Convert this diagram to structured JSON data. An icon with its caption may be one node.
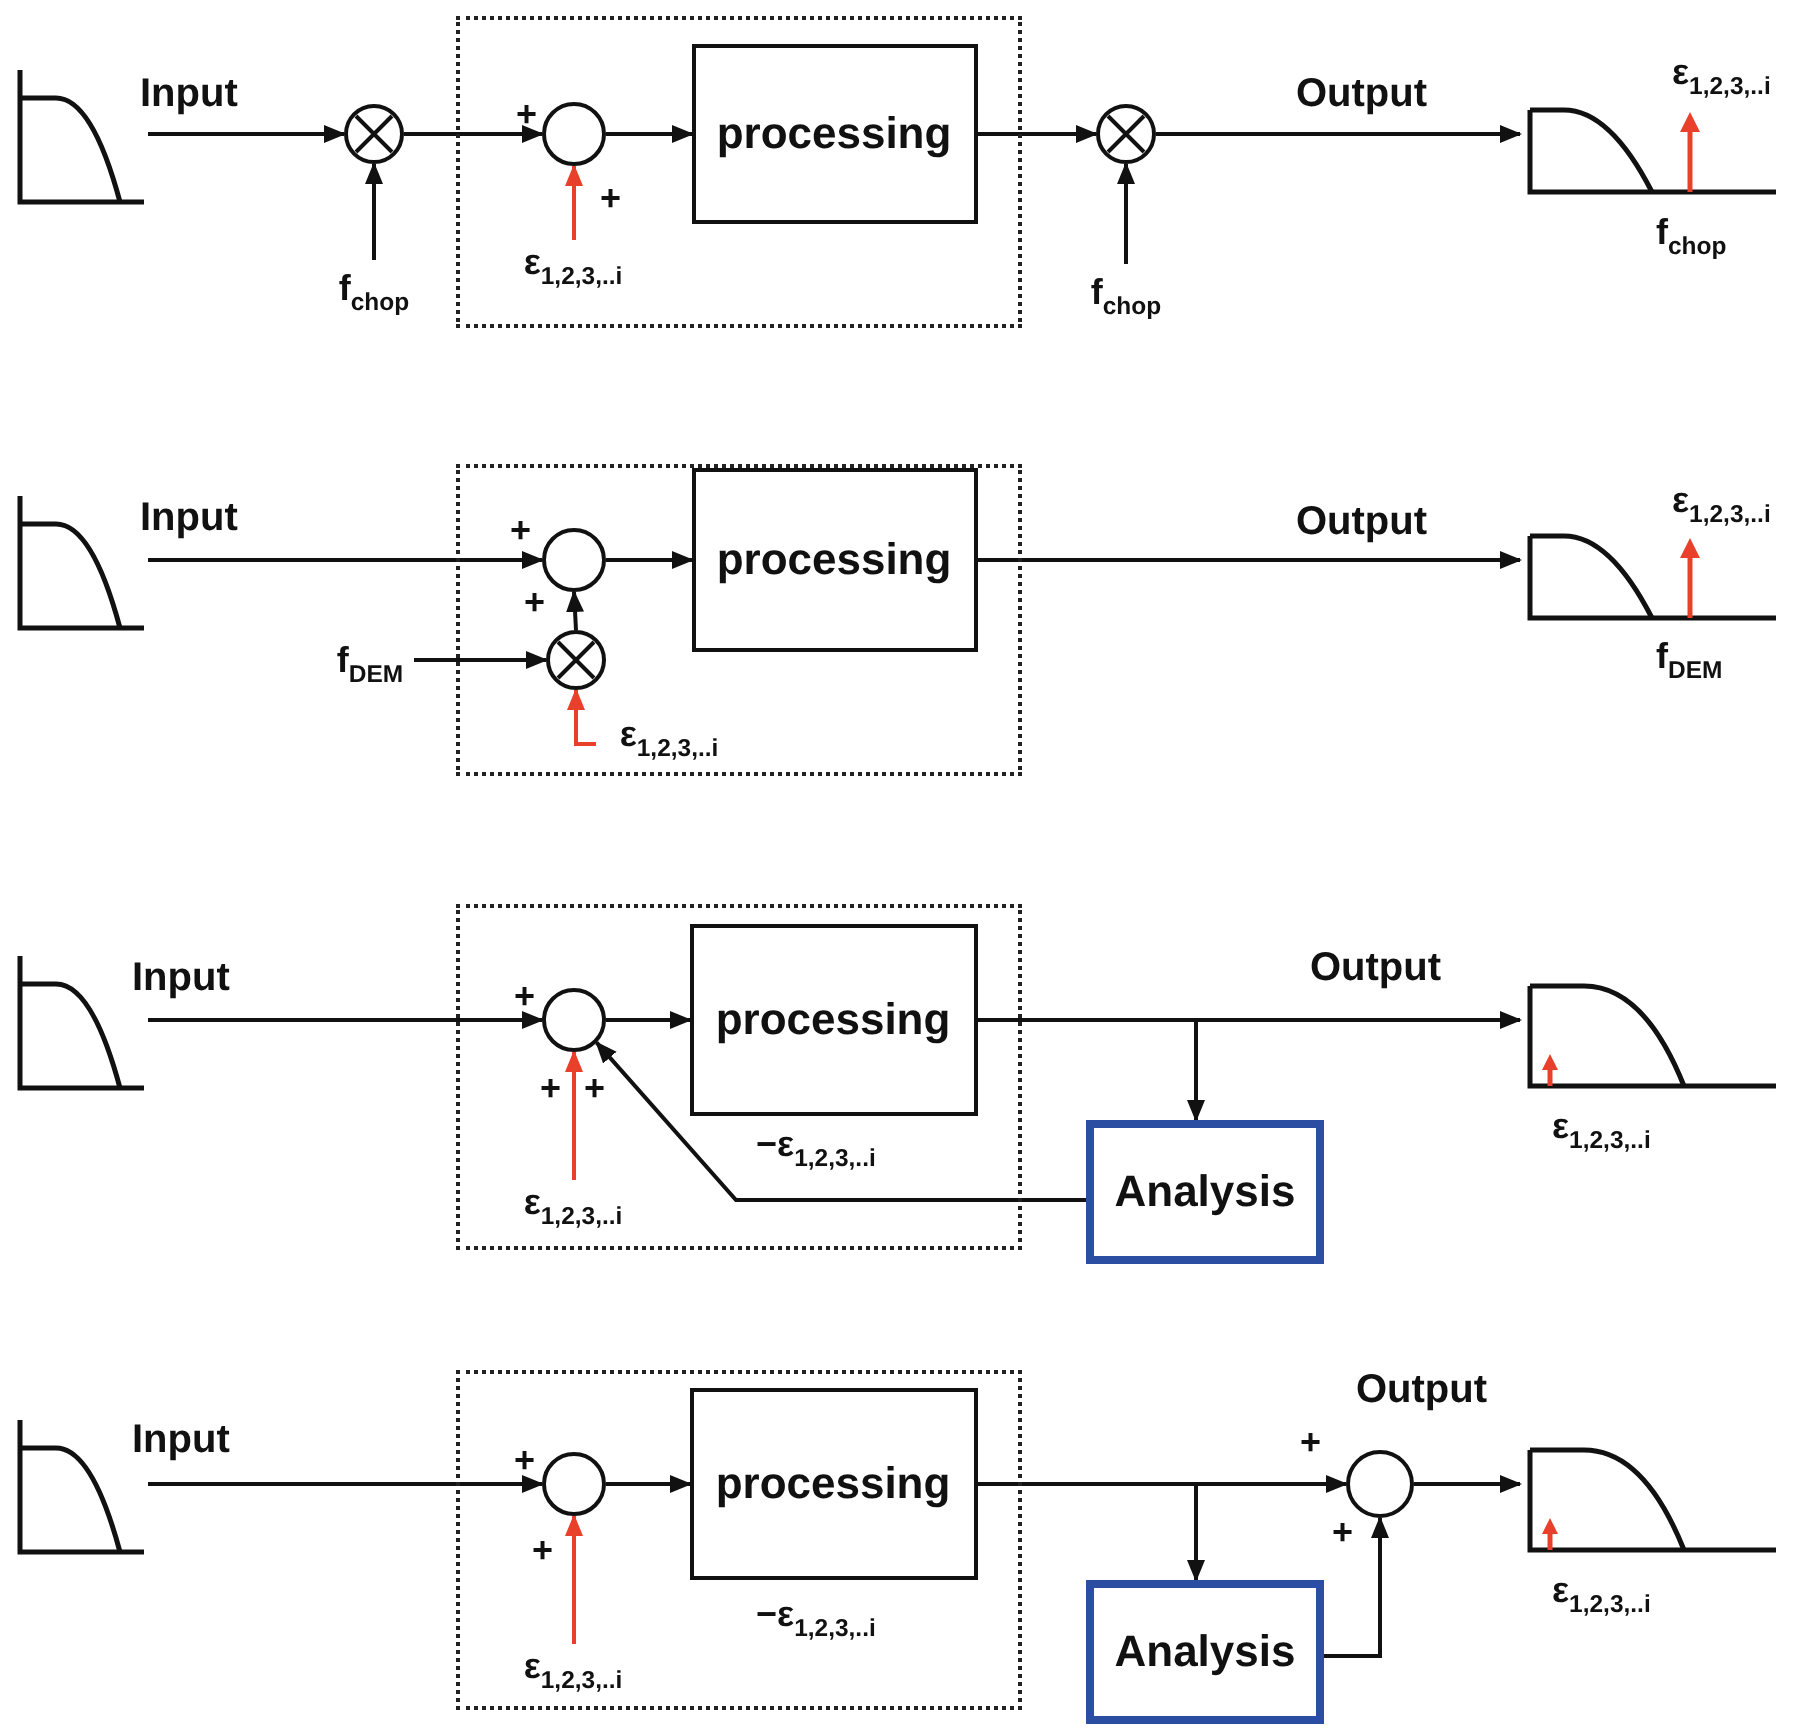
{
  "diagram": {
    "nodes": [
      {
        "text": [],
        "shape": "box"
      },
      {
        "text": [],
        "shape": "picture"
      },
      {
        "text": [],
        "shape": "circle"
      },
      {
        "text": [],
        "shape": "circle",
        "in": 0
      },
      {
        "text": [
          "processing"
        ],
        "in": 0
      },
      {
        "text": [],
        "shape": "circle"
      },
      {
        "text": [],
        "shape": "picture",
        "beside": [
          "ε$_{1,2,3,..i}$",
          "f$_{chop}$"
        ]
      },
      {
        "text": [
          "f$_{chop}$"
        ]
      },
      {
        "text": [
          "f$_{chop}$"
        ]
      },
      {
        "text": [
          "ε$_{1,2,3,..i}$"
        ],
        "in": 0
      },
      {
        "text": [],
        "shape": "box"
      },
      {
        "text": [],
        "shape": "picture"
      },
      {
        "text": [],
        "shape": "circle",
        "in": 10
      },
      {
        "text": [
          "processing"
        ],
        "in": 10
      },
      {
        "text": [],
        "shape": "circle",
        "in": 10
      },
      {
        "text": [],
        "shape": "picture",
        "beside": [
          "ε$_{1,2,3,..i}$",
          "f$_{DEM}$"
        ]
      },
      {
        "text": [
          "f$_{DEM}$"
        ]
      },
      {
        "text": [
          "ε$_{1,2,3,..i}$"
        ],
        "in": 10
      },
      {
        "text": [],
        "shape": "box"
      },
      {
        "text": [],
        "shape": "picture"
      },
      {
        "text": [],
        "shape": "circle",
        "in": 18
      },
      {
        "text": [
          "processing"
        ],
        "in": 18,
        "beside": [
          "−ε$_{1,2,3,..i}$"
        ]
      },
      {
        "text": [
          "Analysis"
        ]
      },
      {
        "text": [],
        "shape": "picture",
        "beside": [
          "ε$_{1,2,3,..i}$"
        ]
      },
      {
        "text": [
          "ε$_{1,2,3,..i}$"
        ],
        "in": 18
      },
      {
        "text": [],
        "shape": "box"
      },
      {
        "text": [],
        "shape": "picture"
      },
      {
        "text": [],
        "shape": "circle",
        "in": 25
      },
      {
        "text": [
          "processing"
        ],
        "in": 25,
        "beside": [
          "−ε$_{1,2,3,..i}$"
        ]
      },
      {
        "text": [
          "Analysis"
        ]
      },
      {
        "text": [],
        "shape": "circle",
        "beside": [
          "Output"
        ]
      },
      {
        "text": [],
        "shape": "picture",
        "beside": [
          "ε$_{1,2,3,..i}$"
        ]
      },
      {
        "text": [
          "ε$_{1,2,3,..i}$"
        ],
        "in": 25
      }
    ],
    "edges": [
      {
        "from": 1,
        "to": 2,
        "arrow": "to",
        "label": "Input"
      },
      {
        "from": 7,
        "to": 2,
        "arrow": "to"
      },
      {
        "from": 2,
        "to": 3,
        "arrow": "to"
      },
      {
        "from": 9,
        "to": 3,
        "arrow": "to",
        "color": "#e8402a"
      },
      {
        "from": 3,
        "to": 4,
        "arrow": "to"
      },
      {
        "from": 4,
        "to": 5,
        "arrow": "to"
      },
      {
        "from": 8,
        "to": 5,
        "arrow": "to"
      },
      {
        "from": 5,
        "to": 6,
        "arrow": "to",
        "label": "Output"
      },
      {
        "from": 11,
        "to": 12,
        "arrow": "to",
        "label": "Input"
      },
      {
        "from": 16,
        "to": 14,
        "arrow": "to"
      },
      {
        "from": 17,
        "to": 14,
        "arrow": "to",
        "color": "#e8402a"
      },
      {
        "from": 14,
        "to": 12,
        "arrow": "to"
      },
      {
        "from": 12,
        "to": 13,
        "arrow": "to"
      },
      {
        "from": 13,
        "to": 15,
        "arrow": "to",
        "label": "Output"
      },
      {
        "from": 19,
        "to": 20,
        "arrow": "to",
        "label": "Input"
      },
      {
        "from": 24,
        "to": 20,
        "arrow": "to",
        "color": "#e8402a"
      },
      {
        "from": 20,
        "to": 21,
        "arrow": "to"
      },
      {
        "from": 21,
        "to": 23,
        "arrow": "to",
        "label": "Output"
      },
      {
        "from": 21,
        "to": 22,
        "arrow": "to"
      },
      {
        "from": 22,
        "to": 20,
        "arrow": "to"
      },
      {
        "from": 26,
        "to": 27,
        "arrow": "to",
        "label": "Input"
      },
      {
        "from": 32,
        "to": 27,
        "arrow": "to",
        "color": "#e8402a"
      },
      {
        "from": 27,
        "to": 28,
        "arrow": "to"
      },
      {
        "from": 28,
        "to": 30,
        "arrow": "to"
      },
      {
        "from": 28,
        "to": 29,
        "arrow": "to"
      },
      {
        "from": 29,
        "to": 30,
        "arrow": "to"
      },
      {
        "from": 30,
        "to": 31,
        "arrow": "to"
      }
    ],
    "labels": [
      "+",
      "+",
      "+",
      "+",
      "+",
      "+",
      "+",
      "+",
      "+",
      "+",
      "+"
    ]
  }
}
